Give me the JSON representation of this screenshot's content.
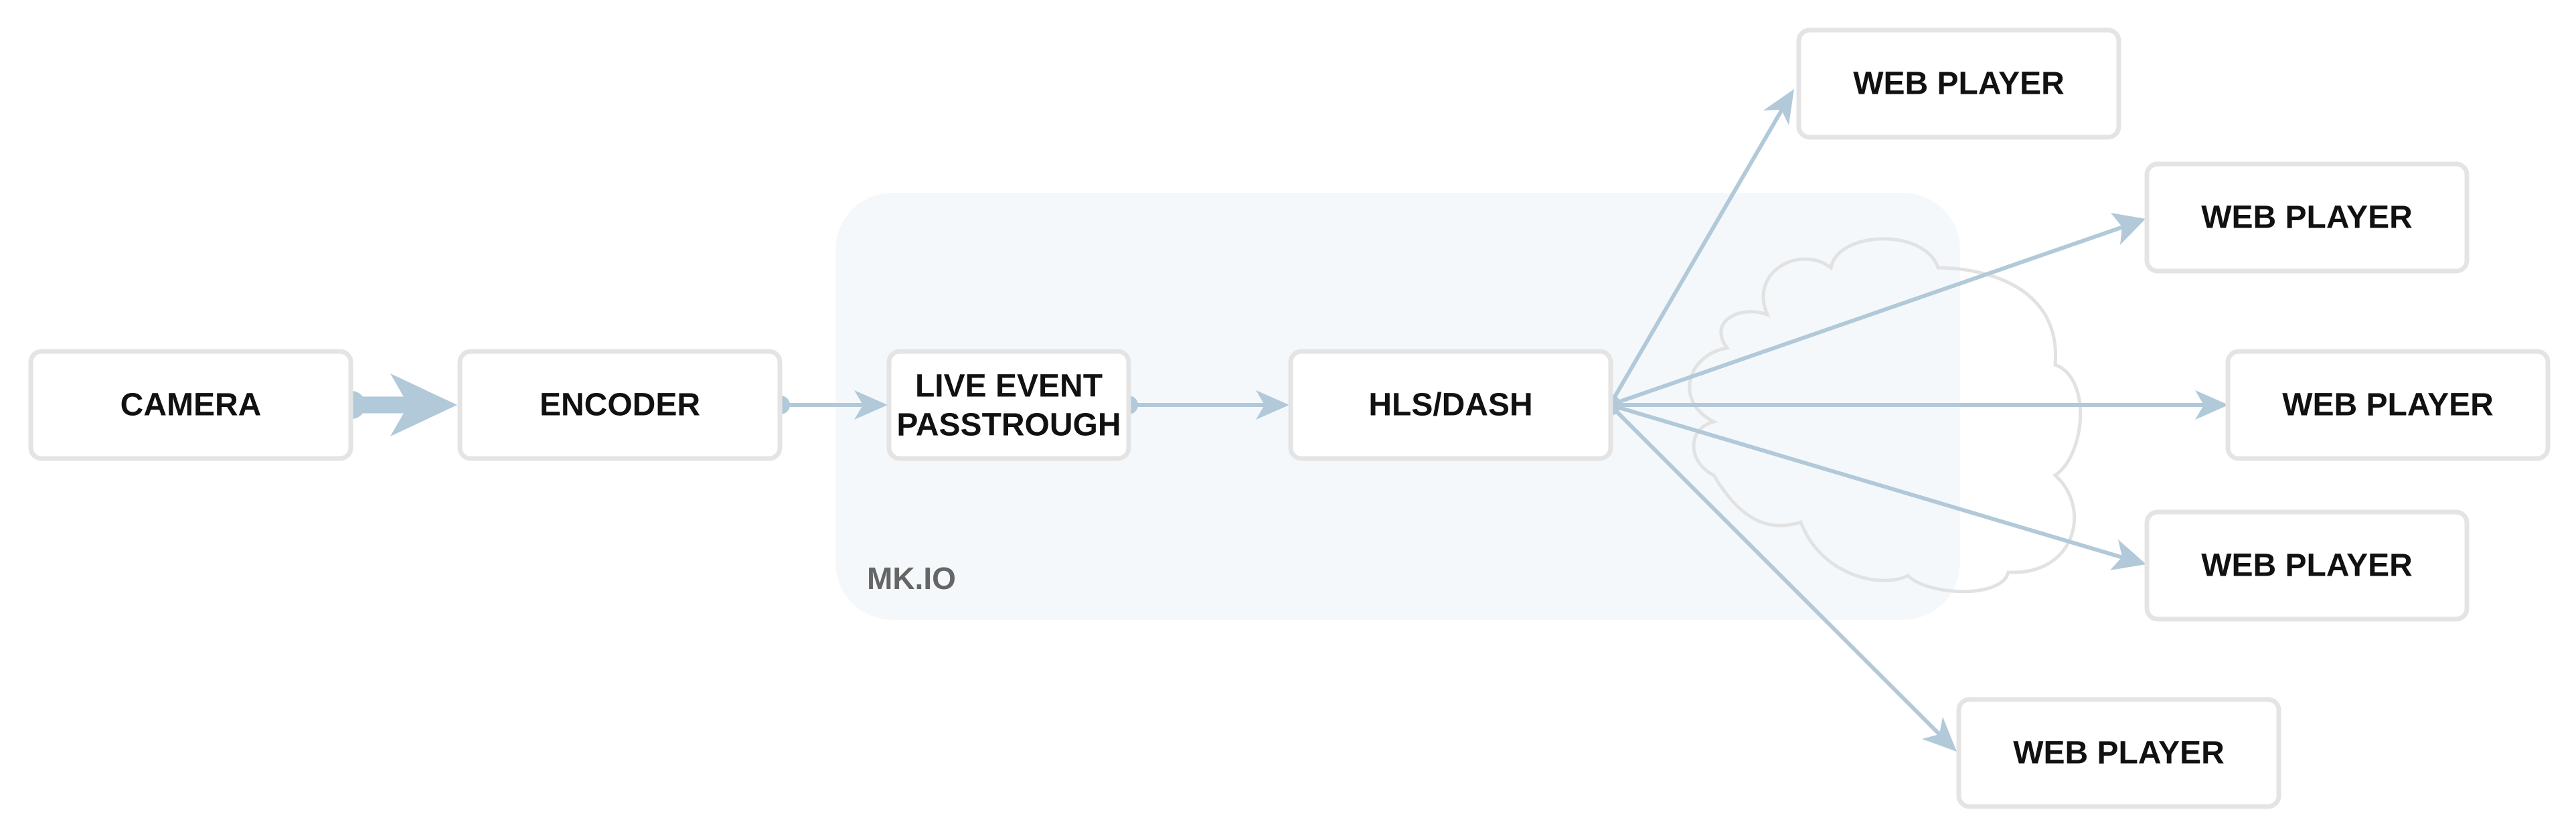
{
  "group": {
    "label": "MK.IO",
    "fill": "#f5f8fb"
  },
  "cloud": {
    "icon": "cloud-icon",
    "stroke": "#e2e2e2"
  },
  "nodes": {
    "camera": "CAMERA",
    "encoder": "ENCODER",
    "live_event": [
      "LIVE EVENT",
      "PASSTROUGH"
    ],
    "hls_dash": "HLS/DASH",
    "players": [
      "WEB PLAYER",
      "WEB PLAYER",
      "WEB PLAYER",
      "WEB PLAYER",
      "WEB PLAYER"
    ]
  },
  "edges": [
    {
      "from": "camera",
      "to": "encoder",
      "style": "thick"
    },
    {
      "from": "encoder",
      "to": "live_event"
    },
    {
      "from": "live_event",
      "to": "hls_dash"
    },
    {
      "from": "hls_dash",
      "to": "player_1"
    },
    {
      "from": "hls_dash",
      "to": "player_2"
    },
    {
      "from": "hls_dash",
      "to": "player_3"
    },
    {
      "from": "hls_dash",
      "to": "player_4"
    },
    {
      "from": "hls_dash",
      "to": "player_5"
    }
  ],
  "colors": {
    "edge": "#b1c9d9",
    "node_border": "#e4e4e4",
    "text": "#111111",
    "group_label": "#666666"
  }
}
